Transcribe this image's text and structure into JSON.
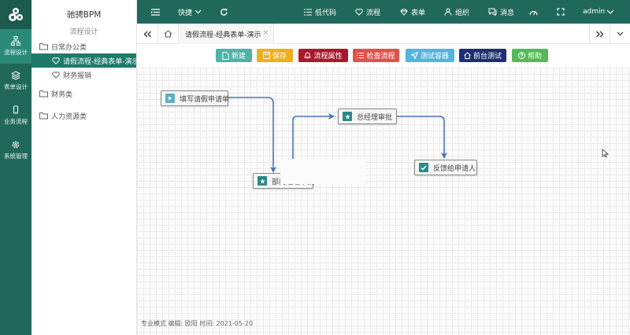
{
  "brand": {
    "name": "驰骋BPM"
  },
  "rail": {
    "items": [
      {
        "label": "流程设计",
        "icon": "sitemap-icon",
        "active": true
      },
      {
        "label": "表单设计",
        "icon": "layers-icon",
        "active": false
      },
      {
        "label": "业务流程",
        "icon": "device-icon",
        "active": false
      },
      {
        "label": "系统管理",
        "icon": "gear-icon",
        "active": false
      }
    ]
  },
  "tree": {
    "section_title": "流程设计",
    "group1": "日常办公类",
    "item_active": "请假流程-经典表单-演示",
    "item2": "财务报销",
    "group2": "财务类",
    "group3": "人力资源类"
  },
  "topbar": {
    "quick": "快捷",
    "lowcode": "低代码",
    "flow": "流程",
    "form": "表单",
    "org": "组织",
    "msg": "消息",
    "user": "admin"
  },
  "tab": {
    "title": "请假流程-经典表单-演示",
    "close": "×"
  },
  "toolbar": {
    "new": "新建",
    "save": "保存",
    "props": "流程属性",
    "check": "检查流程",
    "test_container": "测试容器",
    "front_test": "前台测试",
    "help": "帮助"
  },
  "colors": {
    "theme": "#20695a",
    "new": "#4fb3a7",
    "save": "#f0ad1d",
    "props": "#a9192d",
    "check": "#e0514d",
    "test_container": "#52b5d9",
    "front_test": "#1f2f73",
    "help": "#55b85b",
    "connector": "#4a73b5"
  },
  "flow": {
    "nodes": [
      {
        "label": "填写请假申请单",
        "icon": "play-icon"
      },
      {
        "label": "部门经理审批",
        "icon": "star-icon"
      },
      {
        "label": "总经理审批",
        "icon": "star-icon"
      },
      {
        "label": "反馈给申请人",
        "icon": "check-icon"
      }
    ]
  },
  "status": "专业模式 编辑: 欧阳 时间: 2021-05-20"
}
